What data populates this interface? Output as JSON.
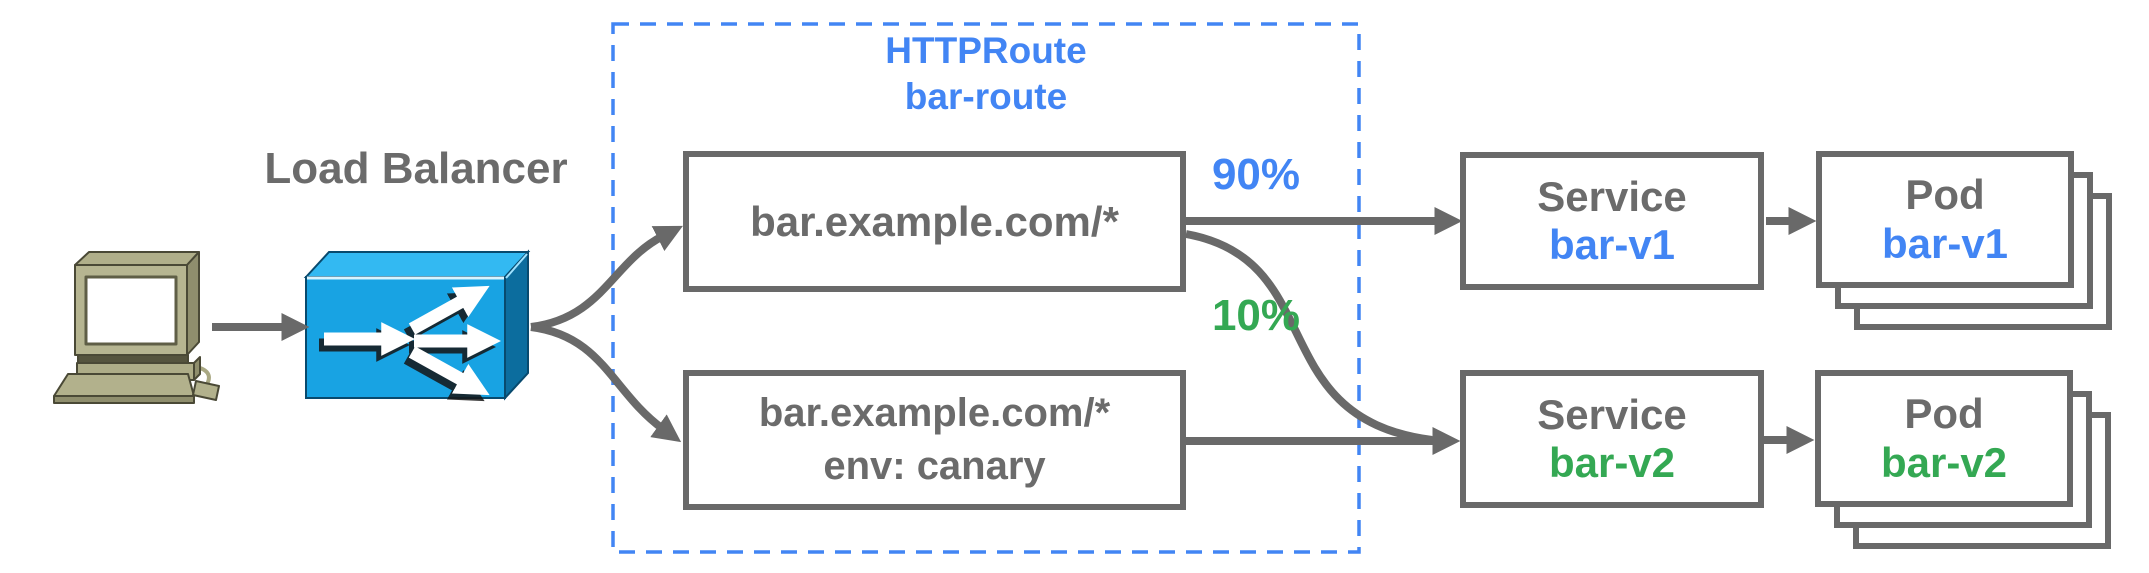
{
  "diagram": {
    "client": {
      "icon": "desktop-computer-icon"
    },
    "load_balancer": {
      "label": "Load Balancer",
      "icon": "load-balancer-icon"
    },
    "httproute": {
      "title_line1": "HTTPRoute",
      "title_line2": "bar-route",
      "rules": {
        "rule1": {
          "match": "bar.example.com/*",
          "weight_label": "90%"
        },
        "rule2": {
          "match_line1": "bar.example.com/*",
          "match_line2": "env: canary",
          "weight_label": "10%"
        }
      }
    },
    "backends": {
      "service_v1": {
        "kind": "Service",
        "name": "bar-v1"
      },
      "service_v2": {
        "kind": "Service",
        "name": "bar-v2"
      },
      "pod_v1": {
        "kind": "Pod",
        "name": "bar-v1"
      },
      "pod_v2": {
        "kind": "Pod",
        "name": "bar-v2"
      }
    },
    "colors": {
      "accent_blue": "#4285f4",
      "accent_green": "#34a853",
      "line_gray": "#696969",
      "lb_front": "#18a3e3",
      "lb_top": "#33b9f2",
      "lb_side": "#0c6d9e"
    }
  }
}
